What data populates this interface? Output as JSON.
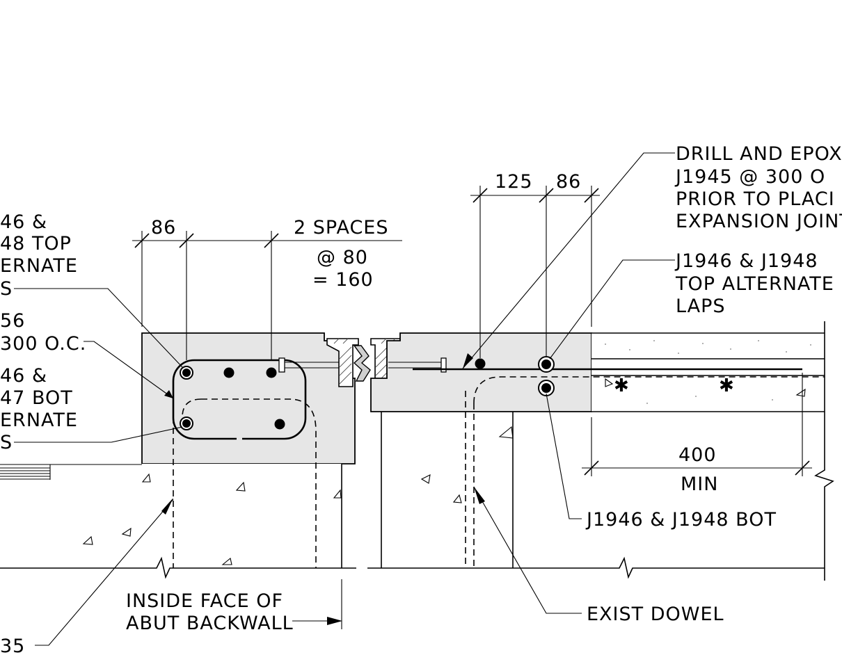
{
  "labels": {
    "left_top_bars": [
      "46 &",
      "48 TOP",
      "ERNATE",
      "S"
    ],
    "left_mid_bars": [
      "56",
      "300 O.C."
    ],
    "left_bot_bars": [
      "46 &",
      "47 BOT",
      "ERNATE",
      "S"
    ],
    "left_bottom_tag": "35",
    "drill_note": [
      "DRILL AND EPOX",
      "J1945 @ 300 O",
      "PRIOR TO PLACI",
      "EXPANSION JOINT"
    ],
    "right_top_bars": [
      "J1946 & J1948",
      "TOP ALTERNATE",
      "LAPS"
    ],
    "right_bot_bars": "J1946 & J1948 BOT",
    "inside_face": [
      "INSIDE FACE OF",
      "ABUT BACKWALL"
    ],
    "exist_dowel": "EXIST DOWEL"
  },
  "dimensions": {
    "left_cover": "86",
    "spaces_line1": "2 SPACES",
    "spaces_line2": "@ 80",
    "spaces_line3": "= 160",
    "right_edge": "125",
    "right_cover": "86",
    "lap_value": "400",
    "lap_min": "MIN"
  }
}
